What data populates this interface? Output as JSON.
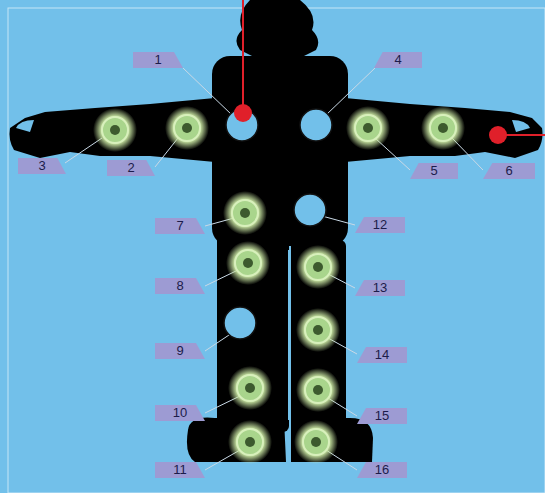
{
  "diagram": {
    "labels": [
      "1",
      "4",
      "3",
      "2",
      "5",
      "6",
      "7",
      "12",
      "8",
      "13",
      "9",
      "14",
      "10",
      "15",
      "11",
      "16"
    ]
  }
}
